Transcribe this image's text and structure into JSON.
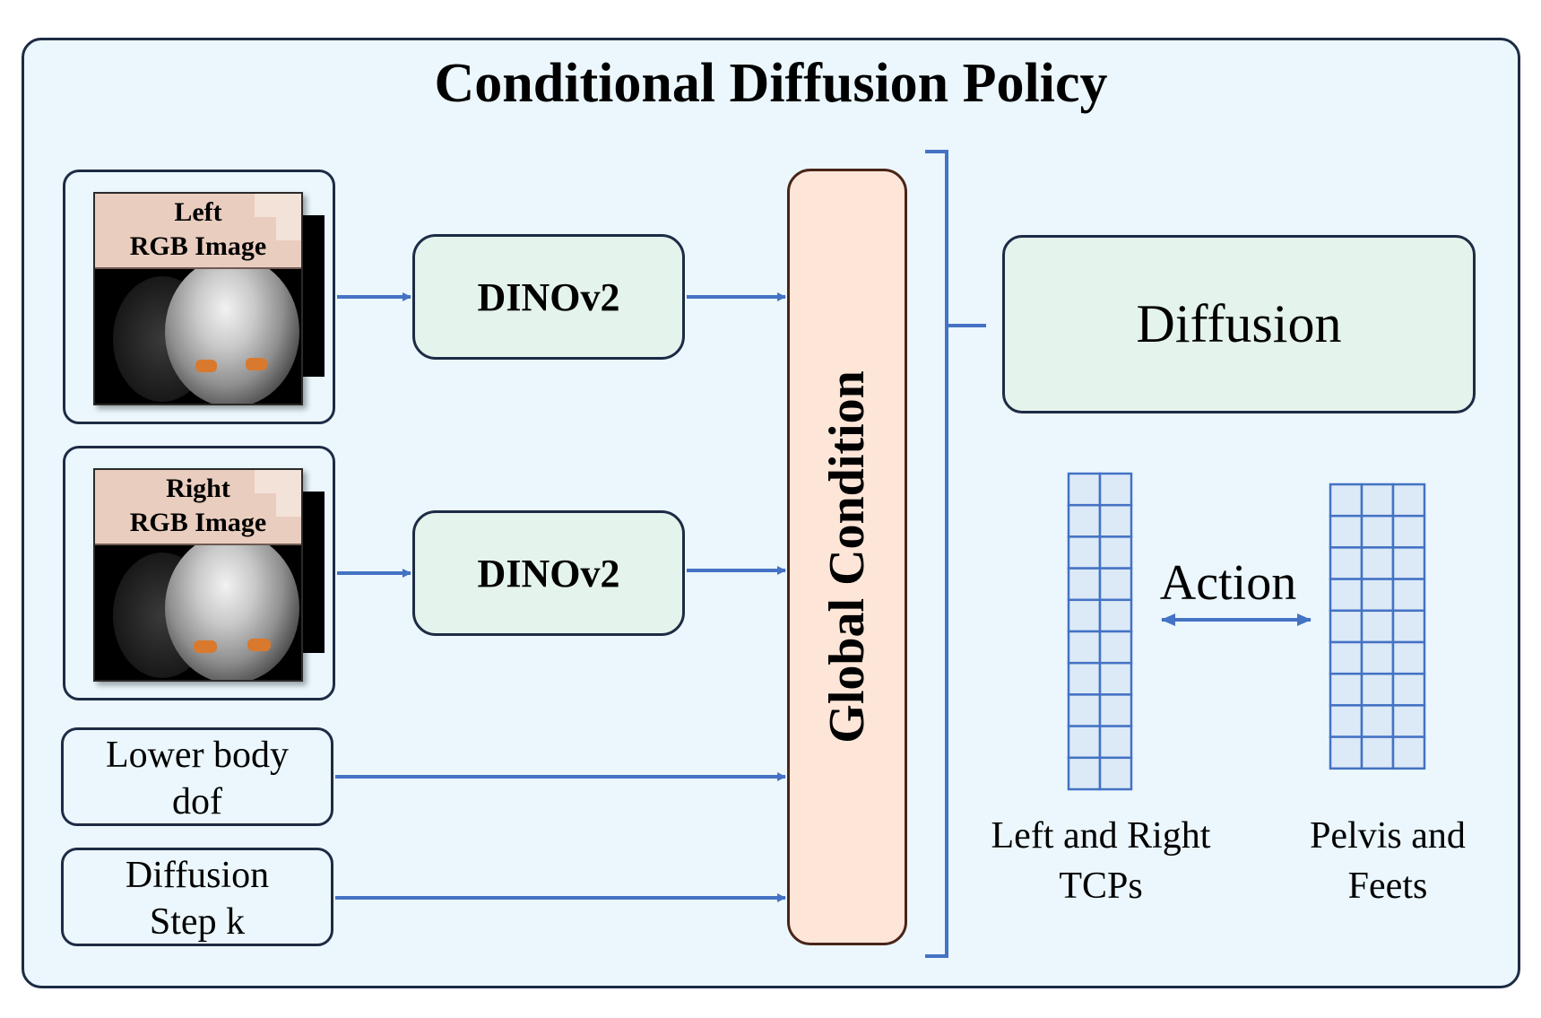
{
  "title": "Conditional Diffusion Policy",
  "left_image": {
    "line1": "Left",
    "line2": "RGB Image"
  },
  "right_image": {
    "line1": "Right",
    "line2": "RGB Image"
  },
  "encoder_top": "DINOv2",
  "encoder_bottom": "DINOv2",
  "lower_body": {
    "line1": "Lower body",
    "line2": "dof"
  },
  "diffusion_step": {
    "line1": "Diffusion",
    "line2": "Step k"
  },
  "global_condition": "Global Condition",
  "diffusion": "Diffusion",
  "action": "Action",
  "tcp_caption": {
    "line1": "Left and Right",
    "line2": "TCPs"
  },
  "pelvis_caption": {
    "line1": "Pelvis and",
    "line2": "Feets"
  },
  "colors": {
    "arrow": "#4472c4",
    "grid_fill": "#dce9f7",
    "grid_stroke": "#4472c4",
    "encoder_fill": "#e4f3ec",
    "condition_fill": "#fde6d8",
    "background": "#ebf7fc"
  }
}
